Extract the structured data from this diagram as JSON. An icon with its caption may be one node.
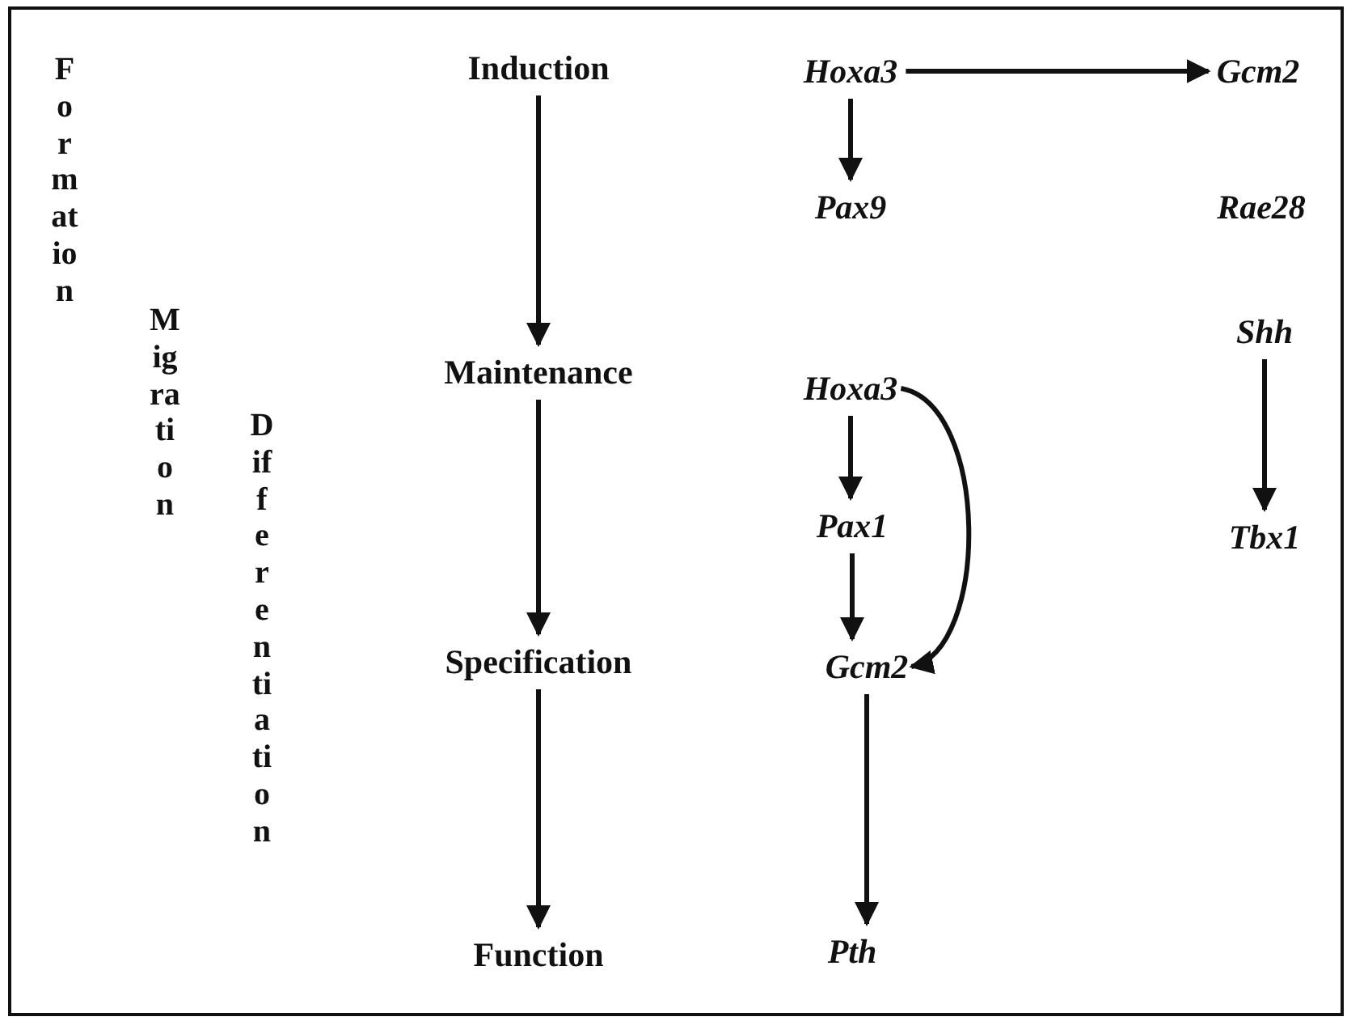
{
  "diagram": {
    "nodes": [
      {
        "text": [
          "Induction"
        ]
      },
      {
        "text": [
          "Hoxa3"
        ]
      },
      {
        "text": [
          "Gcm2"
        ]
      },
      {
        "text": [
          "Pax9"
        ]
      },
      {
        "text": [
          "Shh"
        ]
      },
      {
        "text": [
          "Maintenance"
        ]
      },
      {
        "text": [
          "Hoxa3"
        ]
      },
      {
        "text": [
          "Pax1"
        ]
      },
      {
        "text": [
          "Tbx1"
        ]
      },
      {
        "text": [
          "Specification"
        ]
      },
      {
        "text": [
          "Gcm2"
        ]
      },
      {
        "text": [
          "Function"
        ]
      },
      {
        "text": [
          "Pth"
        ]
      }
    ],
    "edges": [
      {
        "from": 1,
        "to": 2,
        "arrow": "to"
      },
      {
        "from": 1,
        "to": 3,
        "arrow": "to"
      },
      {
        "from": 0,
        "to": 5,
        "arrow": "to"
      },
      {
        "from": 4,
        "to": 8,
        "arrow": "to"
      },
      {
        "from": 6,
        "to": 7,
        "arrow": "to"
      },
      {
        "from": 6,
        "to": 10,
        "arrow": "to"
      },
      {
        "from": 7,
        "to": 10,
        "arrow": "to"
      },
      {
        "from": 5,
        "to": 9,
        "arrow": "to"
      },
      {
        "from": 9,
        "to": 11,
        "arrow": "to"
      },
      {
        "from": 10,
        "to": 12,
        "arrow": "to"
      }
    ],
    "labels": [
      "Formation",
      "Migration",
      "Differentiation",
      "Rae28"
    ]
  }
}
